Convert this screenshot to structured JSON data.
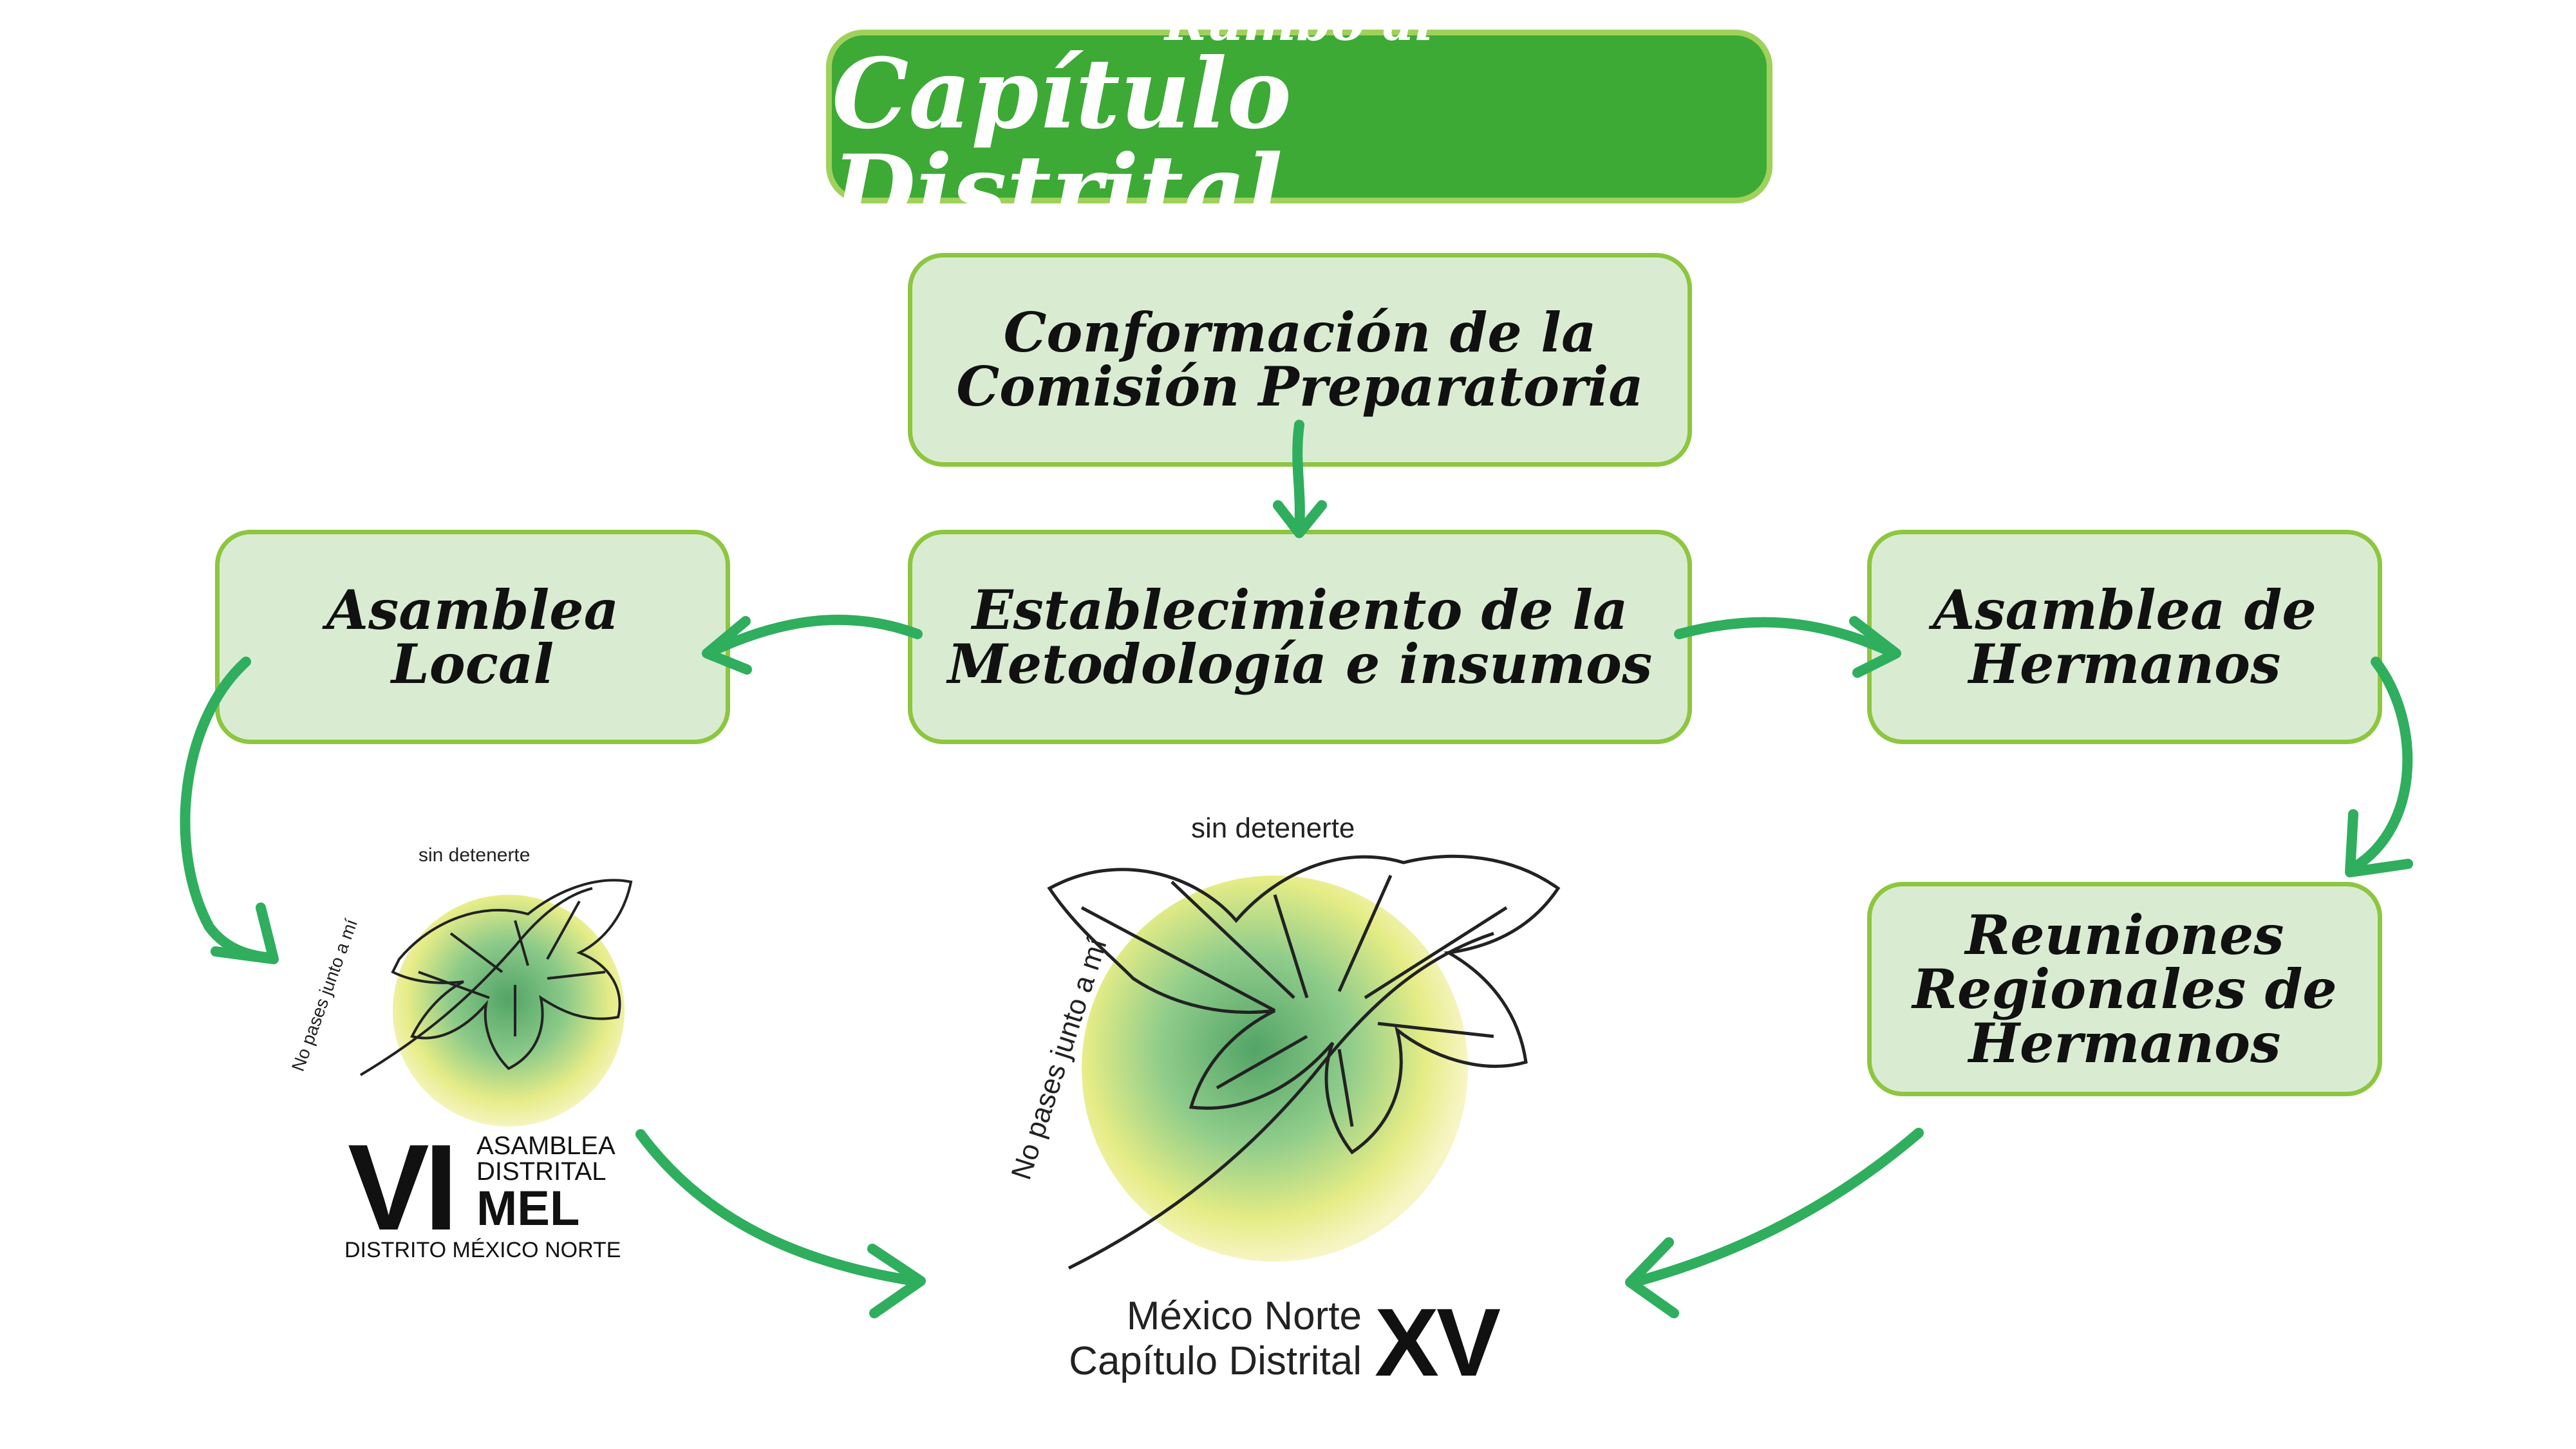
{
  "title": {
    "line1": "Rumbo al",
    "line2": "Capítulo Distrital"
  },
  "nodes": {
    "comision": {
      "line1": "Conformación de la",
      "line2": "Comisión Preparatoria"
    },
    "metodologia": {
      "line1": "Establecimiento de la",
      "line2": "Metodología e insumos"
    },
    "asamblea_local": {
      "line1": "Asamblea",
      "line2": "Local"
    },
    "asamblea_hermanos": {
      "line1": "Asamblea de",
      "line2": "Hermanos"
    },
    "reuniones": {
      "line1": "Reuniones",
      "line2": "Regionales de",
      "line3": "Hermanos"
    }
  },
  "logo_asamblea": {
    "motto_top": "sin detenerte",
    "motto_side": "No pases junto a mí",
    "roman": "VI",
    "word1": "ASAMBLEA",
    "word2": "DISTRITAL",
    "word3": "MEL",
    "subtitle": "DISTRITO MÉXICO NORTE"
  },
  "logo_capitulo": {
    "motto_top": "sin detenerte",
    "motto_side": "No pases junto a mí",
    "line1": "México Norte",
    "line2": "Capítulo Distrital",
    "roman": "XV"
  },
  "colors": {
    "title_fill": "#3daa35",
    "node_fill": "#d9ecd2",
    "node_border": "#8dc63f",
    "arrow": "#2fae5e"
  }
}
